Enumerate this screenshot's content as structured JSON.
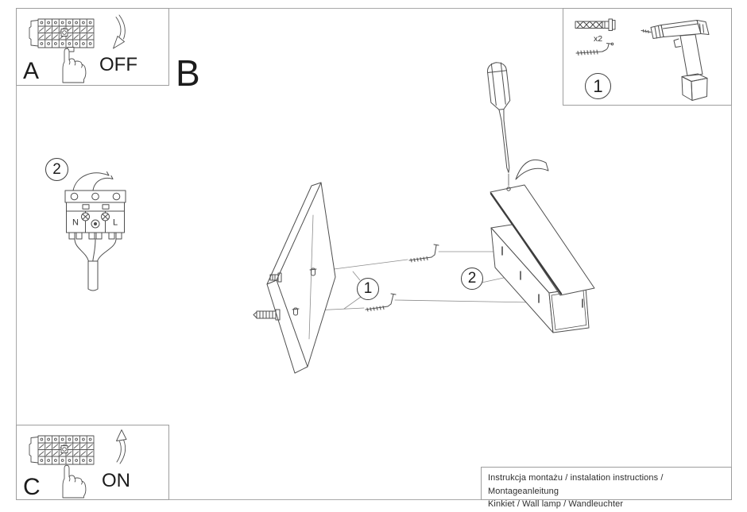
{
  "steps": {
    "a": {
      "letter": "A",
      "action": "OFF"
    },
    "b": {
      "letter": "B"
    },
    "c": {
      "letter": "C",
      "action": "ON"
    }
  },
  "parts_box": {
    "callout": "1",
    "quantity": "x2"
  },
  "wiring": {
    "callout": "2",
    "terminal_left": "N",
    "terminal_right": "L"
  },
  "assembly": {
    "callout_fasteners": "1",
    "callout_lamp": "2"
  },
  "caption": {
    "line1": "Instrukcja montażu / instalation instructions / Montageanleitung",
    "line2": "Kinkiet / Wall lamp / Wandleuchter"
  },
  "icons": [
    "circuit-breaker-panel",
    "pointing-hand",
    "curved-arrow",
    "wall-plug",
    "hook-screw",
    "power-drill",
    "terminal-block",
    "wall-bracket",
    "lamp-body",
    "lamp-cover",
    "screwdriver"
  ],
  "colors": {
    "background": "#ffffff",
    "line": "#4f4f4f",
    "border": "#9e9e9e",
    "text": "#1c1c1c"
  }
}
